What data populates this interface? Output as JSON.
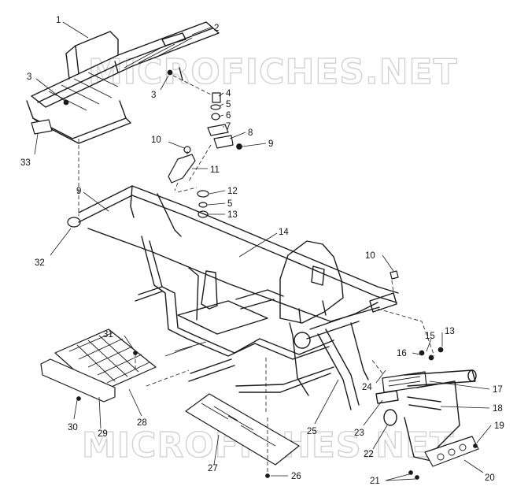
{
  "watermark": {
    "top": "MICROFICHES.NET",
    "bottom_left": "MICROFI",
    "bottom_right": "HES.NET"
  },
  "callouts": {
    "c1": "1",
    "c2": "2",
    "c3a": "3",
    "c3b": "3",
    "c4": "4",
    "c5a": "5",
    "c6": "6",
    "c7": "7",
    "c8": "8",
    "c9a": "9",
    "c10a": "10",
    "c11": "11",
    "c9b": "9",
    "c12": "12",
    "c5b": "5",
    "c13a": "13",
    "c14": "14",
    "c32": "32",
    "c33": "33",
    "c10b": "10",
    "c15": "15",
    "c13b": "13",
    "c16": "16",
    "c31": "31",
    "c24": "24",
    "c17": "17",
    "c18": "18",
    "c30": "30",
    "c29": "29",
    "c28": "28",
    "c25": "25",
    "c23": "23",
    "c22": "22",
    "c19": "19",
    "c27": "27",
    "c26": "26",
    "c21": "21",
    "c20": "20"
  }
}
